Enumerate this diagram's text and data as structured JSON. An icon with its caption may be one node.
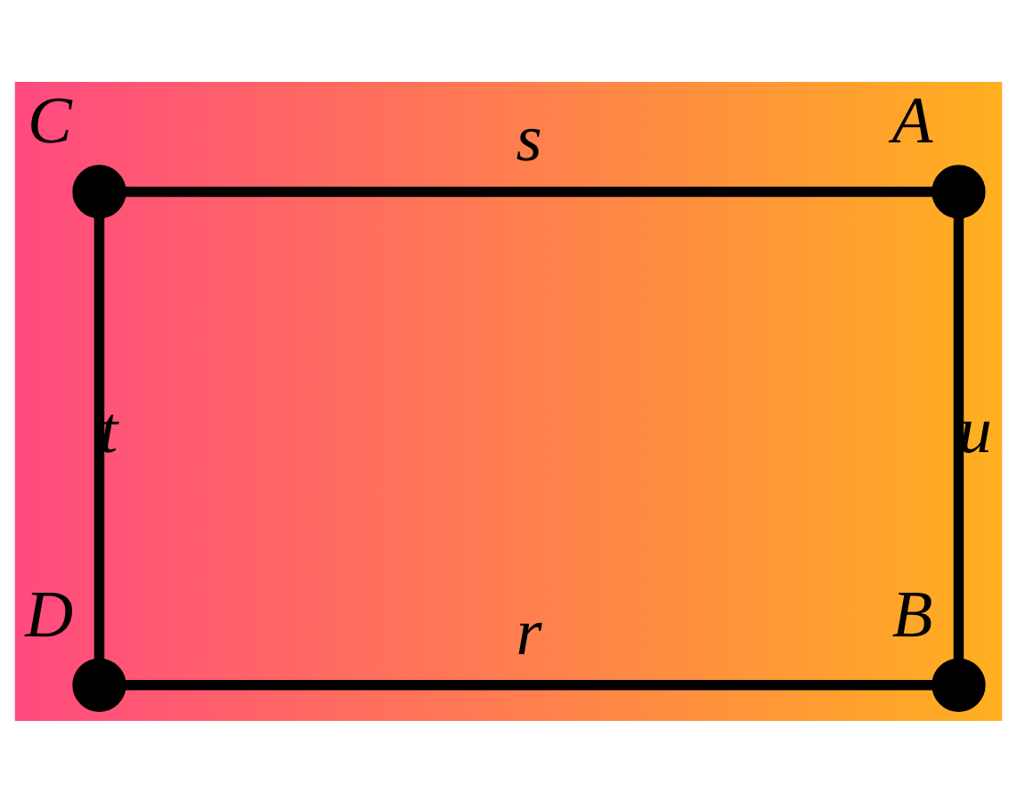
{
  "diagram": {
    "nodes": [
      {
        "text": [],
        "shape": "circle",
        "beside": [
          "C"
        ]
      },
      {
        "text": [],
        "shape": "circle",
        "beside": [
          "A"
        ]
      },
      {
        "text": [],
        "shape": "circle",
        "beside": [
          "D"
        ]
      },
      {
        "text": [],
        "shape": "circle",
        "beside": [
          "B"
        ]
      }
    ],
    "edges": [
      {
        "from": 0,
        "to": 1,
        "arrow": "none",
        "label": "s"
      },
      {
        "from": 1,
        "to": 3,
        "arrow": "none",
        "label": "u"
      },
      {
        "from": 0,
        "to": 2,
        "arrow": "none",
        "label": "t"
      },
      {
        "from": 2,
        "to": 3,
        "arrow": "none",
        "label": "r"
      }
    ]
  }
}
